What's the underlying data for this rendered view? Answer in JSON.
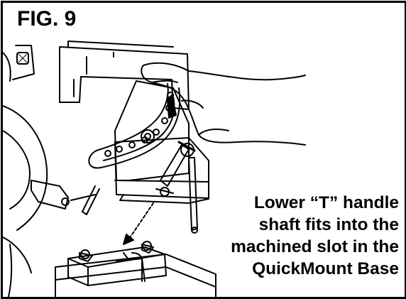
{
  "figure": {
    "label": "FIG. 9"
  },
  "caption": {
    "lines": [
      "Lower “T” handle",
      "shaft fits into the",
      "machined slot in the",
      "QuickMount Base"
    ]
  }
}
